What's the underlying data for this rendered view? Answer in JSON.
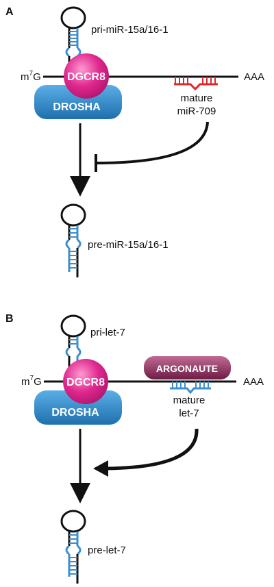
{
  "panels": [
    {
      "letter": "A",
      "pri_label": "pri-miR-15a/16-1",
      "cap_base": "m",
      "cap_sup": "7",
      "cap_tail": "G",
      "poly_a": "AAA",
      "dgcr8": "DGCR8",
      "drosha": "DROSHA",
      "mature_line1": "mature",
      "mature_line2": "miR-709",
      "pre_label": "pre-miR-15a/16-1",
      "regulation": "inhibition"
    },
    {
      "letter": "B",
      "pri_label": "pri-let-7",
      "cap_base": "m",
      "cap_sup": "7",
      "cap_tail": "G",
      "poly_a": "AAA",
      "dgcr8": "DGCR8",
      "drosha": "DROSHA",
      "argonaute": "ARGONAUTE",
      "mature_line1": "mature",
      "mature_line2": "let-7",
      "pre_label": "pre-let-7",
      "regulation": "activation"
    }
  ],
  "colors": {
    "dgcr8": "#e0288e",
    "drosha": "#2f86c6",
    "argonaute": "#8a2a5a",
    "rna_blue": "#3b8fd0",
    "mir709_red": "#e0262b",
    "line": "#111111"
  }
}
